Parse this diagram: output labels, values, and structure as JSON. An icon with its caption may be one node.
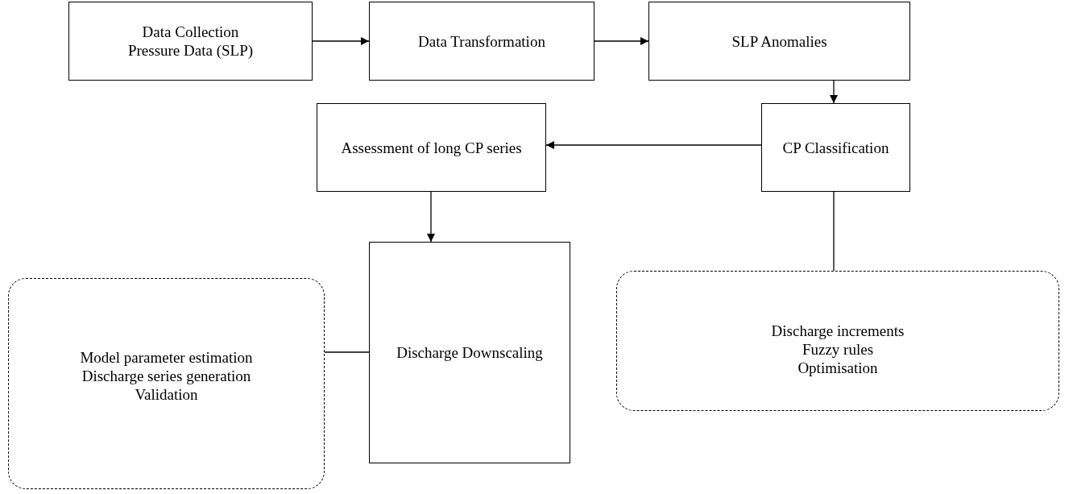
{
  "diagram": {
    "nodes": [
      {
        "text": [
          "Data Collection",
          "Pressure Data (SLP)"
        ]
      },
      {
        "text": [
          "Data Transformation"
        ]
      },
      {
        "text": [
          "SLP Anomalies"
        ]
      },
      {
        "text": [
          "CP Classification"
        ]
      },
      {
        "text": [
          "Assessment of long CP series"
        ]
      },
      {
        "text": [
          "Discharge increments",
          "Fuzzy rules",
          "Optimisation"
        ]
      },
      {
        "text": [
          "Discharge Downscaling"
        ]
      },
      {
        "text": [
          "Model parameter estimation",
          "Discharge series generation",
          "Validation"
        ]
      }
    ],
    "edges": [
      {
        "from": 0,
        "to": 1,
        "arrow": "to"
      },
      {
        "from": 1,
        "to": 2,
        "arrow": "to"
      },
      {
        "from": 2,
        "to": 3,
        "arrow": "to"
      },
      {
        "from": 3,
        "to": 4,
        "arrow": "to"
      },
      {
        "from": 4,
        "to": 6,
        "arrow": "to"
      },
      {
        "from": 3,
        "to": 5,
        "arrow": "none"
      },
      {
        "from": 7,
        "to": 6,
        "arrow": "none"
      }
    ]
  }
}
